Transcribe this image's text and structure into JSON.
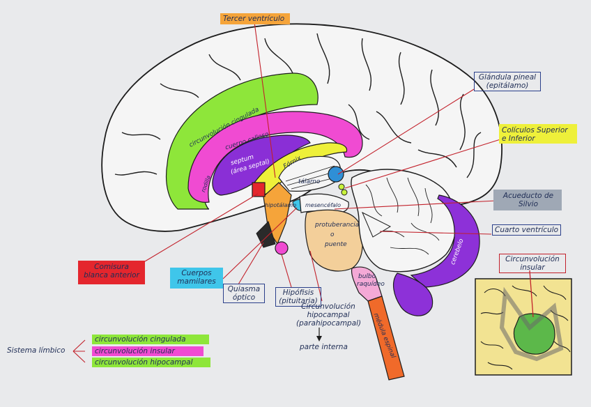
{
  "labels": {
    "tercer_ventriculo": "Tercer ventrículo",
    "glandula_pineal_l1": "Glándula pineal",
    "glandula_pineal_l2": "(epitálamo)",
    "coliculos_l1": "Colículos Superior",
    "coliculos_l2": "e Inferior",
    "acueducto_l1": "Acueducto de",
    "acueducto_l2": "Silvio",
    "cuarto_ventriculo": "Cuarto ventrículo",
    "circ_insular_box_l1": "Circunvolución",
    "circ_insular_box_l2": "insular",
    "comisura_l1": "Comisura",
    "comisura_l2": "blanca anterior",
    "cuerpos_l1": "Cuerpos",
    "cuerpos_l2": "mamilares",
    "quiasma_l1": "Quiasma",
    "quiasma_l2": "óptico",
    "hipofisis_l1": "Hipófisis",
    "hipofisis_l2": "(pituitaria)",
    "circ_hipo_l1": "Circunvolución",
    "circ_hipo_l2": "hipocampal",
    "circ_hipo_l3": "(parahipocampal)",
    "parte_interna": "parte interna",
    "sistema_limbico": "Sistema límbico",
    "list_cingulada": "circunvolución cingulada",
    "list_insular": "circunvolución insular",
    "list_hipocampal": "circunvolución hipocampal"
  },
  "inner_labels": {
    "circ_cingulada": "circunvolución cingulada",
    "cuerpo_calloso": "cuerpo calloso",
    "septum_l1": "septum",
    "septum_l2": "(área septal)",
    "fornix": "Fórnix",
    "talamo": "tálamo",
    "hipotalamo": "hipotálamo",
    "rodilla": "rodilla",
    "mesencefalo": "mesencéfalo",
    "protuberancia_l1": "protuberancia",
    "protuberancia_l2": "o",
    "protuberancia_l3": "puente",
    "bulbo_l1": "bulbo",
    "bulbo_l2": "raquídeo",
    "medula": "médula espinal",
    "cerebelo": "cerebelo"
  },
  "colors": {
    "green": "#8ee63a",
    "magenta": "#f04bd2",
    "purple": "#8a2fd6",
    "yellow": "#eef03a",
    "orange": "#f5a43a",
    "red": "#e4262d",
    "cyan": "#3fc6ea",
    "lime": "#c8f23c",
    "blue": "#2f8fd6",
    "peach": "#f3cf9a",
    "pink": "#f4a9d6",
    "violet": "#8d31d8",
    "orangered": "#f06a2a",
    "ink": "#1c1c1c",
    "red_line": "#c2202a"
  }
}
